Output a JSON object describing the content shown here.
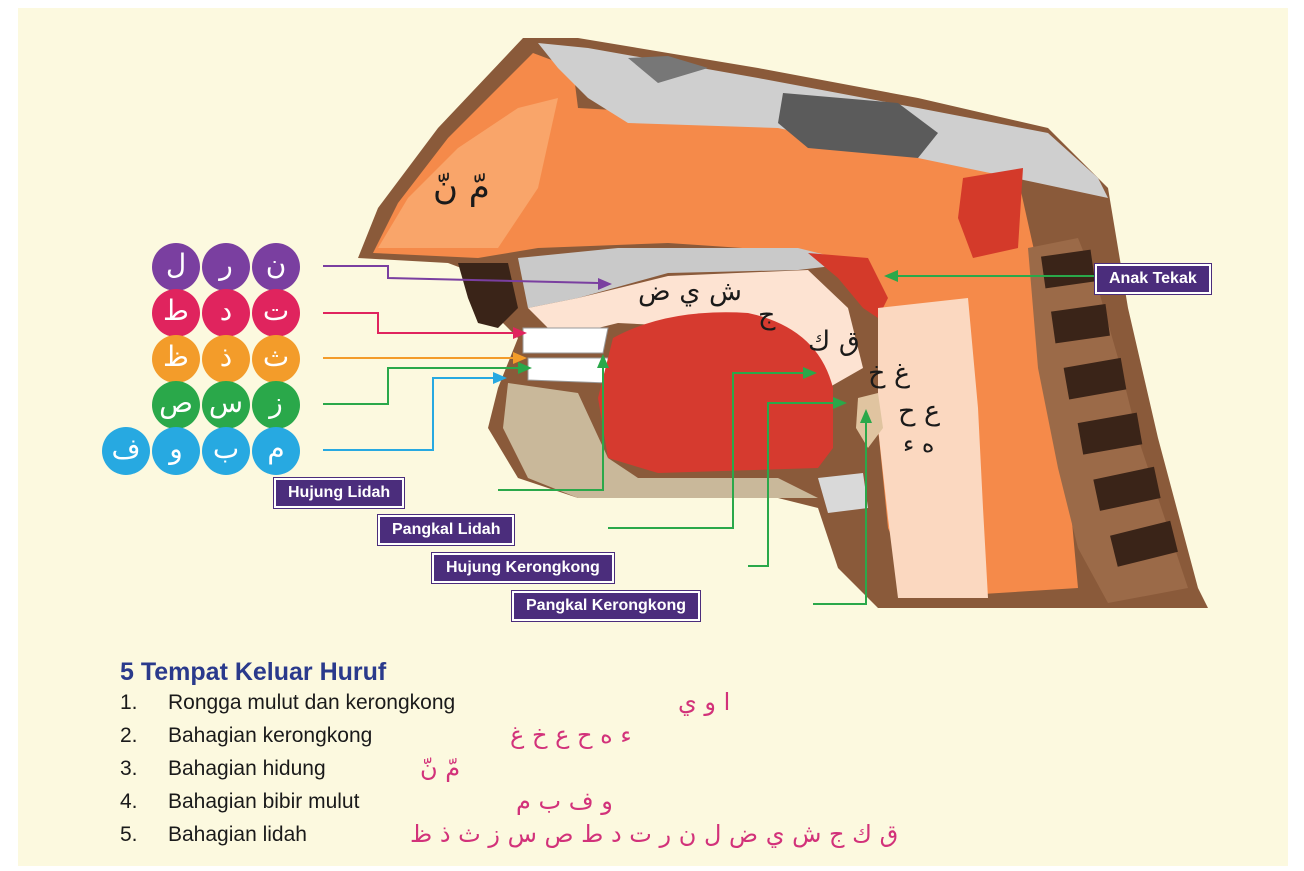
{
  "colors": {
    "background": "#fcf9df",
    "row1": "#7a3fa0",
    "row2": "#e0245e",
    "row3": "#f39c2a",
    "row4": "#2aa84a",
    "row5": "#27a9e1",
    "label_bg": "#4b2d7c",
    "legend_title": "#2a3a8c",
    "legend_arabic": "#d2327a"
  },
  "letter_rows": [
    {
      "letters": [
        "ن",
        "ر",
        "ل"
      ]
    },
    {
      "letters": [
        "ت",
        "د",
        "ط"
      ]
    },
    {
      "letters": [
        "ث",
        "ذ",
        "ظ"
      ]
    },
    {
      "letters": [
        "ز",
        "س",
        "ص"
      ]
    },
    {
      "letters": [
        "م",
        "ب",
        "و",
        "ف"
      ]
    }
  ],
  "labels": {
    "anak_tekak": "Anak Tekak",
    "hujung_lidah": "Hujung Lidah",
    "pangkal_lidah": "Pangkal Lidah",
    "hujung_kerongkong": "Hujung Kerongkong",
    "pangkal_kerongkong": "Pangkal Kerongkong"
  },
  "diagram_letters": {
    "nasal": "مّ نّ",
    "palate": "ش ي ض",
    "jim": "ج",
    "qaf_kaf": "ق ك",
    "ghain_kha": "غ خ",
    "ain_ha": "ع ح",
    "ha_hamza": "ه ء"
  },
  "legend": {
    "title": "5 Tempat Keluar Huruf",
    "items": [
      {
        "num": "1.",
        "text": "Rongga mulut dan kerongkong",
        "arabic": "ا و ي"
      },
      {
        "num": "2.",
        "text": "Bahagian kerongkong",
        "arabic": "ء ه ح ع خ غ"
      },
      {
        "num": "3.",
        "text": "Bahagian hidung",
        "arabic": "مّ نّ"
      },
      {
        "num": "4.",
        "text": "Bahagian bibir mulut",
        "arabic": "و ف ب م"
      },
      {
        "num": "5.",
        "text": "Bahagian lidah",
        "arabic": "ق ك ج ش ي ض ل ن ر ت د ط ص س ز ث ذ ظ"
      }
    ]
  }
}
